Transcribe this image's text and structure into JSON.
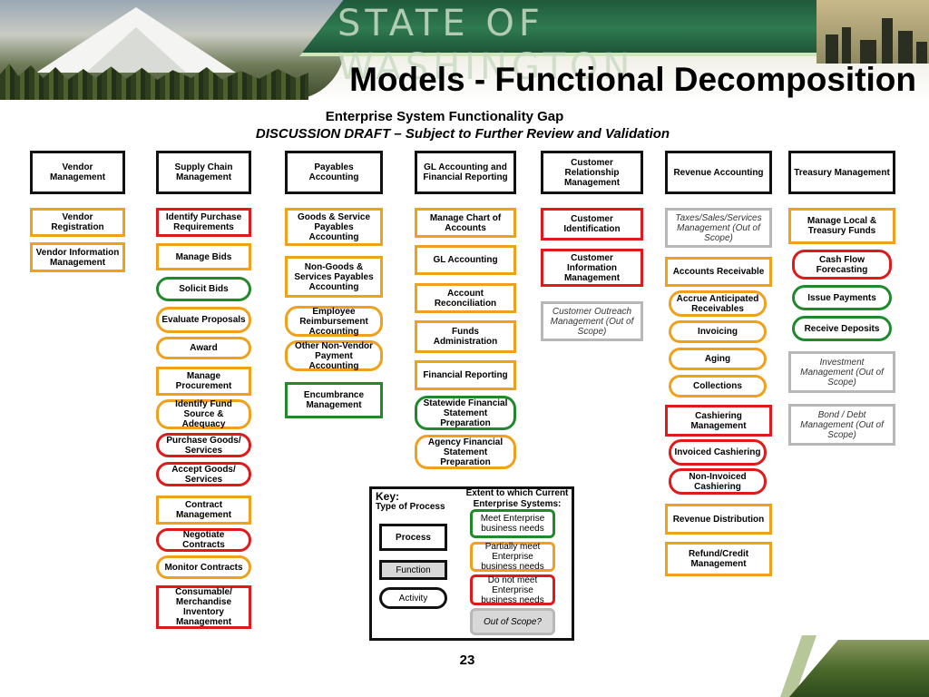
{
  "header": {
    "state_title": "STATE OF WASHINGTON",
    "slide_title": "Models - Functional Decomposition"
  },
  "diagram": {
    "title": "Enterprise System Functionality Gap",
    "subtitle": "DISCUSSION DRAFT – Subject to Further Review and Validation",
    "colors": {
      "header": "#111111",
      "meets": "#1e8a2a",
      "partially": "#f0a01a",
      "does_not": "#e01a1a",
      "out_of_scope": "#b8b8b8"
    },
    "columns": [
      {
        "header": "Vendor Management",
        "items": [
          {
            "label": "Vendor Registration",
            "status": "partially",
            "shape": "function"
          },
          {
            "label": "Vendor Information Management",
            "status": "partially",
            "shape": "function"
          }
        ]
      },
      {
        "header": "Supply Chain Management",
        "items": [
          {
            "label": "Identify Purchase Requirements",
            "status": "does_not",
            "shape": "function"
          },
          {
            "label": "Manage Bids",
            "status": "partially",
            "shape": "function"
          },
          {
            "label": "Solicit Bids",
            "status": "meets",
            "shape": "activity"
          },
          {
            "label": "Evaluate Proposals",
            "status": "partially",
            "shape": "activity"
          },
          {
            "label": "Award",
            "status": "partially",
            "shape": "activity"
          },
          {
            "label": "Manage Procurement",
            "status": "partially",
            "shape": "function"
          },
          {
            "label": "Identify Fund Source & Adequacy",
            "status": "partially",
            "shape": "activity"
          },
          {
            "label": "Purchase Goods/ Services",
            "status": "does_not",
            "shape": "activity"
          },
          {
            "label": "Accept Goods/ Services",
            "status": "does_not",
            "shape": "activity"
          },
          {
            "label": "Contract Management",
            "status": "partially",
            "shape": "function"
          },
          {
            "label": "Negotiate Contracts",
            "status": "does_not",
            "shape": "activity"
          },
          {
            "label": "Monitor Contracts",
            "status": "partially",
            "shape": "activity"
          },
          {
            "label": "Consumable/ Merchandise Inventory Management",
            "status": "does_not",
            "shape": "function"
          }
        ]
      },
      {
        "header": "Payables Accounting",
        "items": [
          {
            "label": "Goods & Service Payables Accounting",
            "status": "partially",
            "shape": "function"
          },
          {
            "label": "Non-Goods & Services Payables Accounting",
            "status": "partially",
            "shape": "function"
          },
          {
            "label": "Employee Reimbursement Accounting",
            "status": "partially",
            "shape": "activity"
          },
          {
            "label": "Other Non-Vendor Payment Accounting",
            "status": "partially",
            "shape": "activity"
          },
          {
            "label": "Encumbrance Management",
            "status": "meets",
            "shape": "function"
          }
        ]
      },
      {
        "header": "GL Accounting and Financial Reporting",
        "items": [
          {
            "label": "Manage Chart of Accounts",
            "status": "partially",
            "shape": "function"
          },
          {
            "label": "GL Accounting",
            "status": "partially",
            "shape": "function"
          },
          {
            "label": "Account Reconciliation",
            "status": "partially",
            "shape": "function"
          },
          {
            "label": "Funds Administration",
            "status": "partially",
            "shape": "function"
          },
          {
            "label": "Financial Reporting",
            "status": "partially",
            "shape": "function"
          },
          {
            "label": "Statewide Financial Statement Preparation",
            "status": "meets",
            "shape": "activity"
          },
          {
            "label": "Agency Financial Statement Preparation",
            "status": "partially",
            "shape": "activity"
          }
        ]
      },
      {
        "header": "Customer Relationship Management",
        "items": [
          {
            "label": "Customer Identification",
            "status": "does_not",
            "shape": "function"
          },
          {
            "label": "Customer Information Management",
            "status": "does_not",
            "shape": "function"
          },
          {
            "label": "Customer Outreach Management (Out of Scope)",
            "status": "out_of_scope",
            "shape": "function"
          }
        ]
      },
      {
        "header": "Revenue Accounting",
        "items": [
          {
            "label": "Taxes/Sales/Services Management (Out of Scope)",
            "status": "out_of_scope",
            "shape": "function"
          },
          {
            "label": "Accounts Receivable",
            "status": "partially",
            "shape": "function"
          },
          {
            "label": "Accrue Anticipated Receivables",
            "status": "partially",
            "shape": "activity"
          },
          {
            "label": "Invoicing",
            "status": "partially",
            "shape": "activity"
          },
          {
            "label": "Aging",
            "status": "partially",
            "shape": "activity"
          },
          {
            "label": "Collections",
            "status": "partially",
            "shape": "activity"
          },
          {
            "label": "Cashiering Management",
            "status": "does_not",
            "shape": "function"
          },
          {
            "label": "Invoiced Cashiering",
            "status": "does_not",
            "shape": "activity"
          },
          {
            "label": "Non-Invoiced Cashiering",
            "status": "does_not",
            "shape": "activity"
          },
          {
            "label": "Revenue Distribution",
            "status": "partially",
            "shape": "function"
          },
          {
            "label": "Refund/Credit Management",
            "status": "partially",
            "shape": "function"
          }
        ]
      },
      {
        "header": "Treasury Management",
        "items": [
          {
            "label": "Manage Local & Treasury Funds",
            "status": "partially",
            "shape": "function"
          },
          {
            "label": "Cash Flow Forecasting",
            "status": "does_not",
            "shape": "activity"
          },
          {
            "label": "Issue Payments",
            "status": "meets",
            "shape": "activity"
          },
          {
            "label": "Receive Deposits",
            "status": "meets",
            "shape": "activity"
          },
          {
            "label": "Investment Management (Out of Scope)",
            "status": "out_of_scope",
            "shape": "function"
          },
          {
            "label": "Bond / Debt Management (Out of Scope)",
            "status": "out_of_scope",
            "shape": "function"
          }
        ]
      }
    ],
    "key": {
      "title": "Key:",
      "type_heading": "Type of Process",
      "extent_heading": "Extent to which Current Enterprise Systems:",
      "types": [
        "Process",
        "Function",
        "Activity"
      ],
      "extents": [
        "Meet Enterprise business needs",
        "Partially meet Enterprise business needs",
        "Do not meet Enterprise business needs",
        "Out of Scope?"
      ]
    }
  },
  "page_number": "23"
}
